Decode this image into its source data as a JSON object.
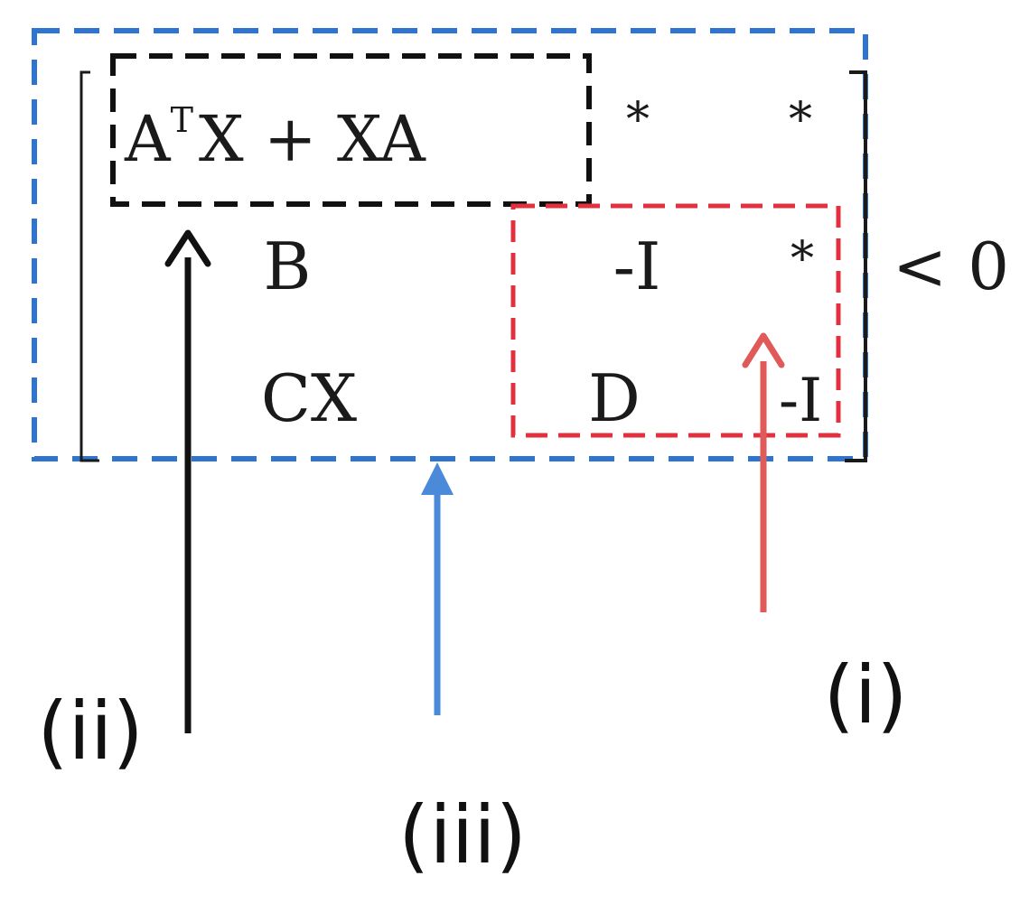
{
  "matrix": {
    "row1": {
      "col1_base": "A",
      "col1_sup": "T",
      "col1_rest": "X + XA",
      "col2": "*",
      "col3": "*"
    },
    "row2": {
      "col1": "B",
      "col2": "-I",
      "col3": "*"
    },
    "row3": {
      "col1": "CX",
      "col2": "D",
      "col3": "-I"
    },
    "relation": "< 0"
  },
  "labels": {
    "black": "(ii)",
    "blue": "(iii)",
    "red": "(i)"
  },
  "colors": {
    "blue": "#2f74d0",
    "black": "#111111",
    "red": "#e3303f",
    "arrow_red": "#e05a5a",
    "arrow_blue": "#4a8ad8"
  }
}
